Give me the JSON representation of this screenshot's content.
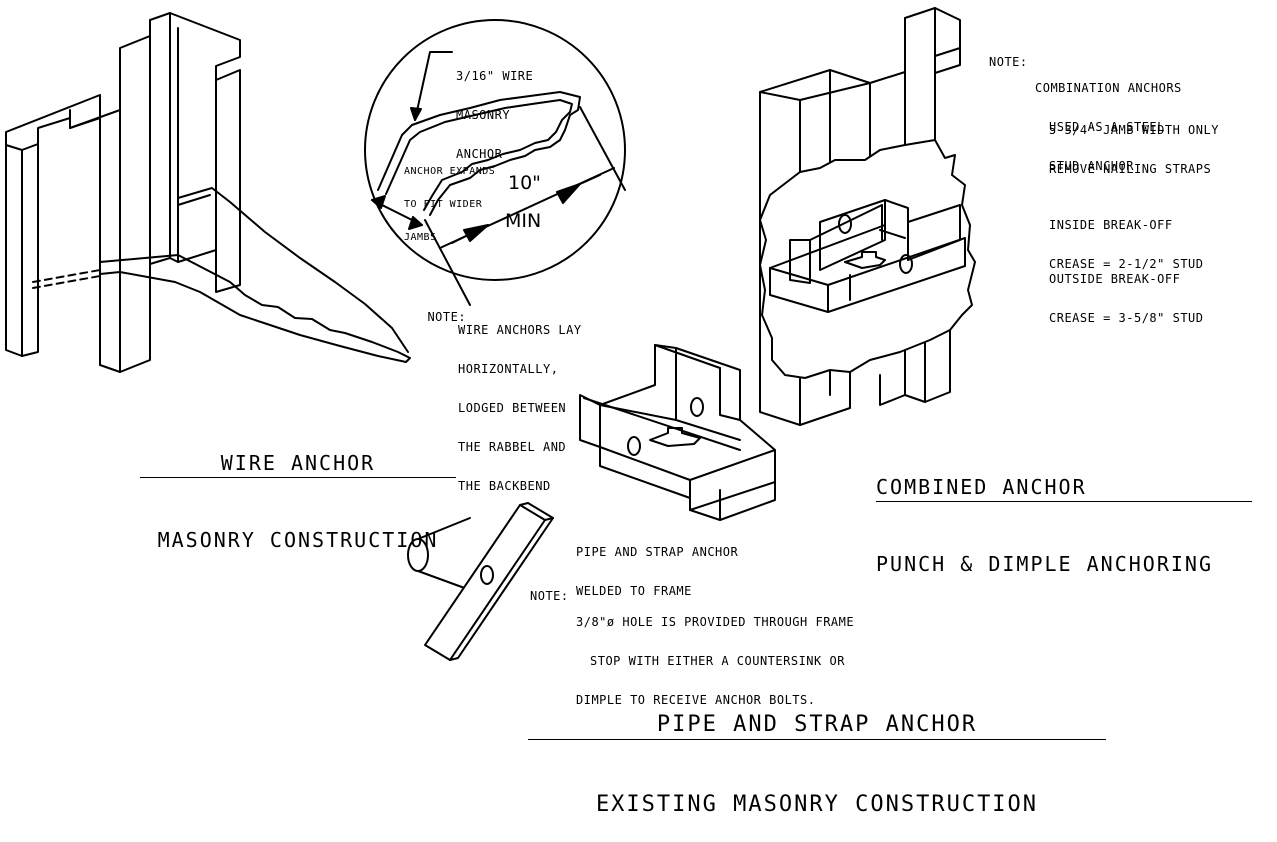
{
  "wire_detail": {
    "title_top": "WIRE ANCHOR",
    "title_bottom": "MASONRY CONSTRUCTION",
    "callout_wire": [
      "3/16\" WIRE",
      "MASONRY",
      "ANCHOR"
    ],
    "callout_expands": [
      "ANCHOR EXPANDS",
      "TO FIT WIDER",
      "JAMBS"
    ],
    "dim_value": "10\"",
    "dim_unit": "MIN",
    "note_label": "NOTE:",
    "note_lines": [
      "WIRE ANCHORS LAY",
      "HORIZONTALLY,",
      "LODGED BETWEEN",
      "THE RABBEL AND",
      "THE BACKBEND"
    ]
  },
  "combined_detail": {
    "title_top": "COMBINED ANCHOR",
    "title_bottom": "PUNCH & DIMPLE ANCHORING",
    "note_label": "NOTE:",
    "note_lines": [
      "COMBINATION ANCHORS",
      "USED AS A STEEL",
      "STUD ANCHOR"
    ],
    "spec_jamb": "5-3/4\" JAMB WIDTH ONLY",
    "spec_straps": "REMOVE NAILING STRAPS",
    "spec_inside": [
      "INSIDE BREAK-OFF",
      "CREASE = 2-1/2\" STUD"
    ],
    "spec_outside": [
      "OUTSIDE BREAK-OFF",
      "CREASE = 3-5/8\" STUD"
    ]
  },
  "pipe_detail": {
    "title_top": "PIPE AND STRAP ANCHOR",
    "title_bottom": "EXISTING MASONRY CONSTRUCTION",
    "callout": [
      "PIPE AND STRAP ANCHOR",
      "WELDED TO FRAME"
    ],
    "note_label": "NOTE:",
    "note_lines": [
      "3/8\"ø HOLE IS PROVIDED THROUGH FRAME",
      "STOP WITH EITHER A COUNTERSINK OR",
      "DIMPLE TO RECEIVE ANCHOR BOLTS."
    ]
  }
}
